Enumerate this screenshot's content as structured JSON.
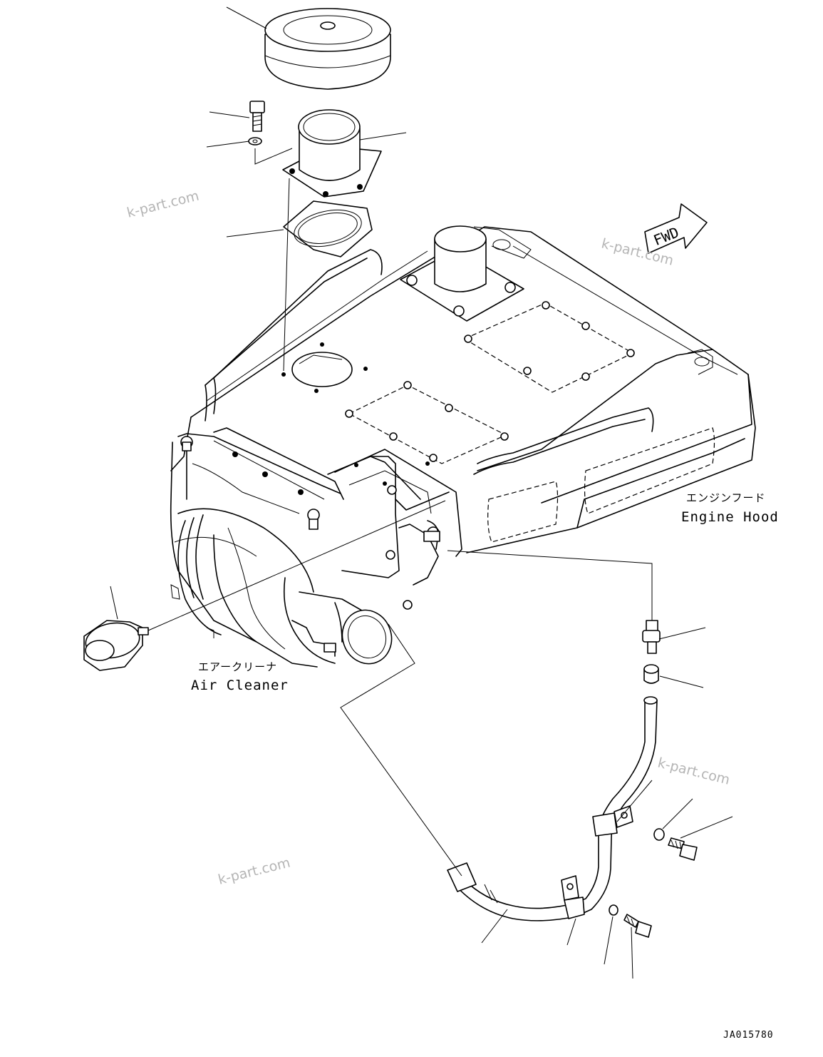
{
  "labels": {
    "engine_hood_jp": "エンジンフード",
    "engine_hood_en": "Engine Hood",
    "air_cleaner_jp": "エアークリーナ",
    "air_cleaner_en": "Air Cleaner",
    "fwd": "FWD",
    "drawing_code": "JA015780"
  },
  "watermark": {
    "text": "k-part.com"
  }
}
